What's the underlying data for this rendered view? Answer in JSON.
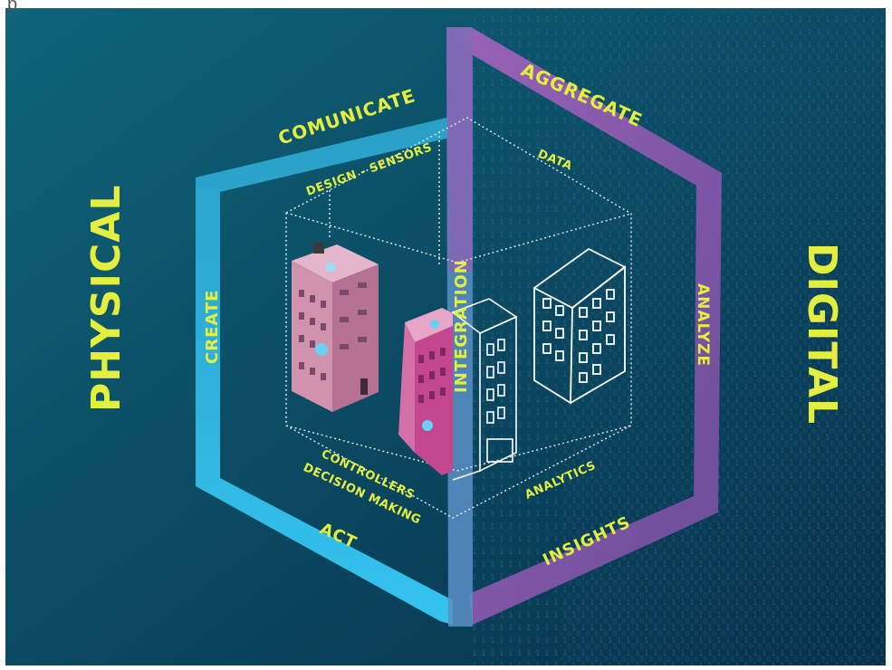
{
  "header": {
    "fragment": "p"
  },
  "sides": {
    "left": "PHYSICAL",
    "right": "DIGITAL",
    "center": "INTEGRATION"
  },
  "cycle": {
    "communicate": "COMUNICATE",
    "create": "CREATE",
    "act": "ACT",
    "aggregate": "AGGREGATE",
    "analyze": "ANALYZE",
    "insights": "INSIGHTS"
  },
  "inner": {
    "design_sensors": "DESIGN - SENSORS",
    "data": "DATA",
    "controllers": "CONTROLLERS",
    "decision_making": "DECISION MAKING",
    "analytics": "ANALYTICS"
  },
  "colors": {
    "background_left": "#0c4d63",
    "background_right": "#0a2f4e",
    "physical_frame": "#2fb4e0",
    "digital_frame": "#8d5fb0",
    "label_yellow": "#e3ee3f",
    "building_pink": "#c98aa8",
    "building_magenta": "#c2478f"
  }
}
